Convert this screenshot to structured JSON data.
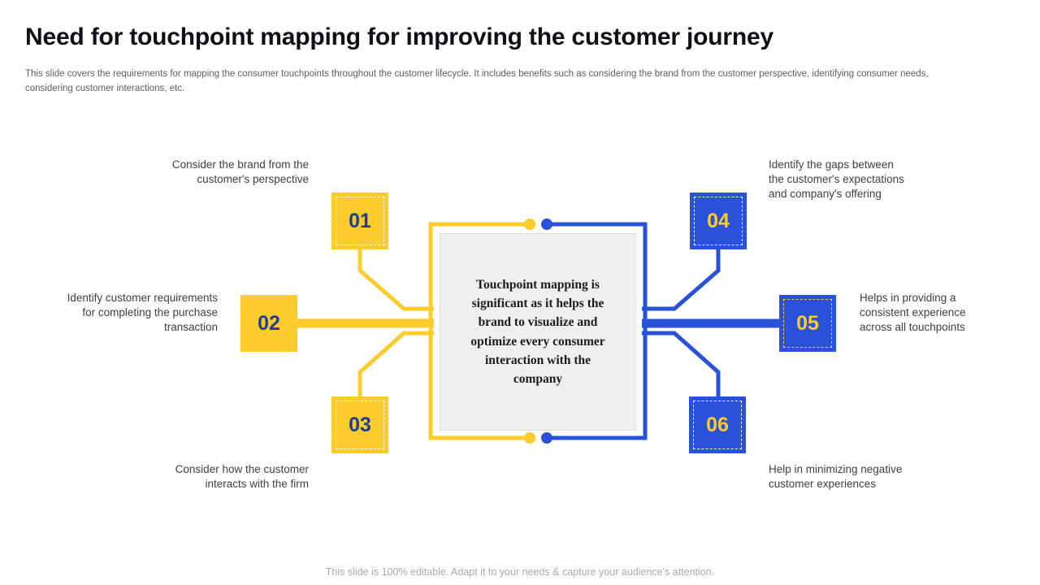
{
  "slide": {
    "title": "Need for touchpoint mapping for improving the customer journey",
    "subtitle": "This slide covers the requirements for mapping the consumer touchpoints throughout the customer lifecycle. It includes benefits such as considering the brand from the customer perspective, identifying consumer needs, considering customer interactions, etc.",
    "footer": "This slide is 100% editable. Adapt it to your needs & capture your audience's attention."
  },
  "center": {
    "text": "Touchpoint mapping is significant as it helps the brand to visualize and optimize every consumer interaction with the company"
  },
  "items": [
    {
      "number": "01",
      "side": "left",
      "label": "Consider the brand from the customer's perspective"
    },
    {
      "number": "02",
      "side": "left",
      "label": "Identify customer requirements for completing the purchase transaction"
    },
    {
      "number": "03",
      "side": "left",
      "label": "Consider how the customer interacts with the firm"
    },
    {
      "number": "04",
      "side": "right",
      "label": "Identify the gaps between the customer's expectations and company's offering"
    },
    {
      "number": "05",
      "side": "right",
      "label": "Helps in providing a consistent experience across all touchpoints"
    },
    {
      "number": "06",
      "side": "right",
      "label": "Help in minimizing negative customer experiences"
    }
  ],
  "colors": {
    "yellow": "#FCCC2F",
    "blue": "#2A52D9",
    "number_on_yellow": "#223F8F",
    "number_on_blue": "#FCCC2F",
    "center_bg": "#EFEFEF"
  }
}
